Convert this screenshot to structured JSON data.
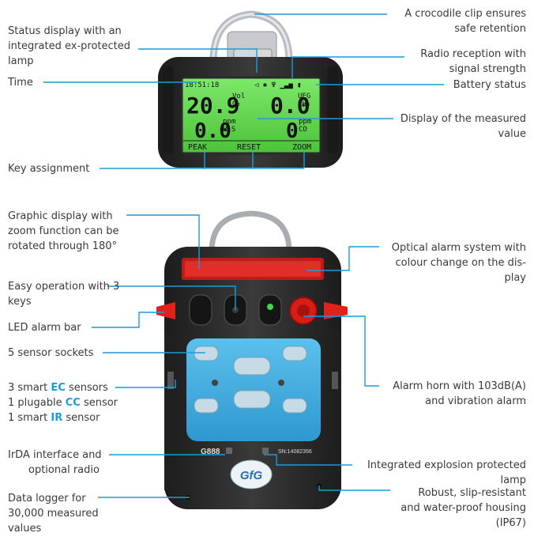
{
  "labels": {
    "crocodile_clip": [
      "A crocodile clip ensures",
      "safe retention"
    ],
    "status_display": [
      "Status display with an",
      "integrated ex-protected",
      "lamp"
    ],
    "time": "Time",
    "radio_reception": [
      "Radio reception with",
      "signal strength"
    ],
    "battery_status": "Battery status",
    "display_measured": [
      "Display of the measured",
      "value"
    ],
    "key_assignment": "Key assignment",
    "graphic_display": [
      "Graphic display with",
      "zoom function can be",
      "rotated through 180°"
    ],
    "optical_alarm": [
      "Optical alarm system with",
      "colour change on the dis-",
      "play"
    ],
    "easy_operation": [
      "Easy operation with 3",
      "keys"
    ],
    "led_alarm_bar": "LED alarm bar",
    "sensor_sockets": "5 sensor sockets",
    "smart_sensors": [
      {
        "pre": "3 smart ",
        "hl": "EC",
        "post": " sensors"
      },
      {
        "pre": "1 plugable ",
        "hl": "CC",
        "post": " sensor"
      },
      {
        "pre": "1 smart ",
        "hl": "IR",
        "post": " sensor"
      }
    ],
    "alarm_horn": [
      "Alarm horn with 103dB(A)",
      "and vibration alarm"
    ],
    "irda": [
      "IrDA interface and",
      "optional radio"
    ],
    "integrated_lamp": [
      "Integrated explosion protected",
      "lamp"
    ],
    "housing": [
      "Robust, slip-resistant",
      "and water-proof housing",
      "(IP67)"
    ],
    "data_logger": [
      "Data logger for",
      "30,000 measured",
      "values"
    ]
  },
  "lcd": {
    "time": "18:51:18",
    "o2_value": "20.9",
    "o2_unit": "Vol",
    "o2_gas": "O₂",
    "ch4_value": "0.0",
    "ch4_unit": "UEG",
    "ch4_gas": "CH₄",
    "h2s_value": "0.0",
    "h2s_unit": "ppm",
    "h2s_gas": "H₂S",
    "co_value": "0",
    "co_unit": "ppm",
    "co_gas": "CO",
    "key1": "PEAK",
    "key2": "RESET",
    "key3": "ZOOM"
  },
  "device": {
    "model": "G888",
    "serial": "SN:14082356",
    "logo": "GfG"
  },
  "colors": {
    "leader_line": "#1a9cd8",
    "lcd_green": "#5fd84a",
    "sensor_blue": "#3aa9dc",
    "alarm_red": "#e0211c",
    "housing": "#2b2b2b"
  }
}
